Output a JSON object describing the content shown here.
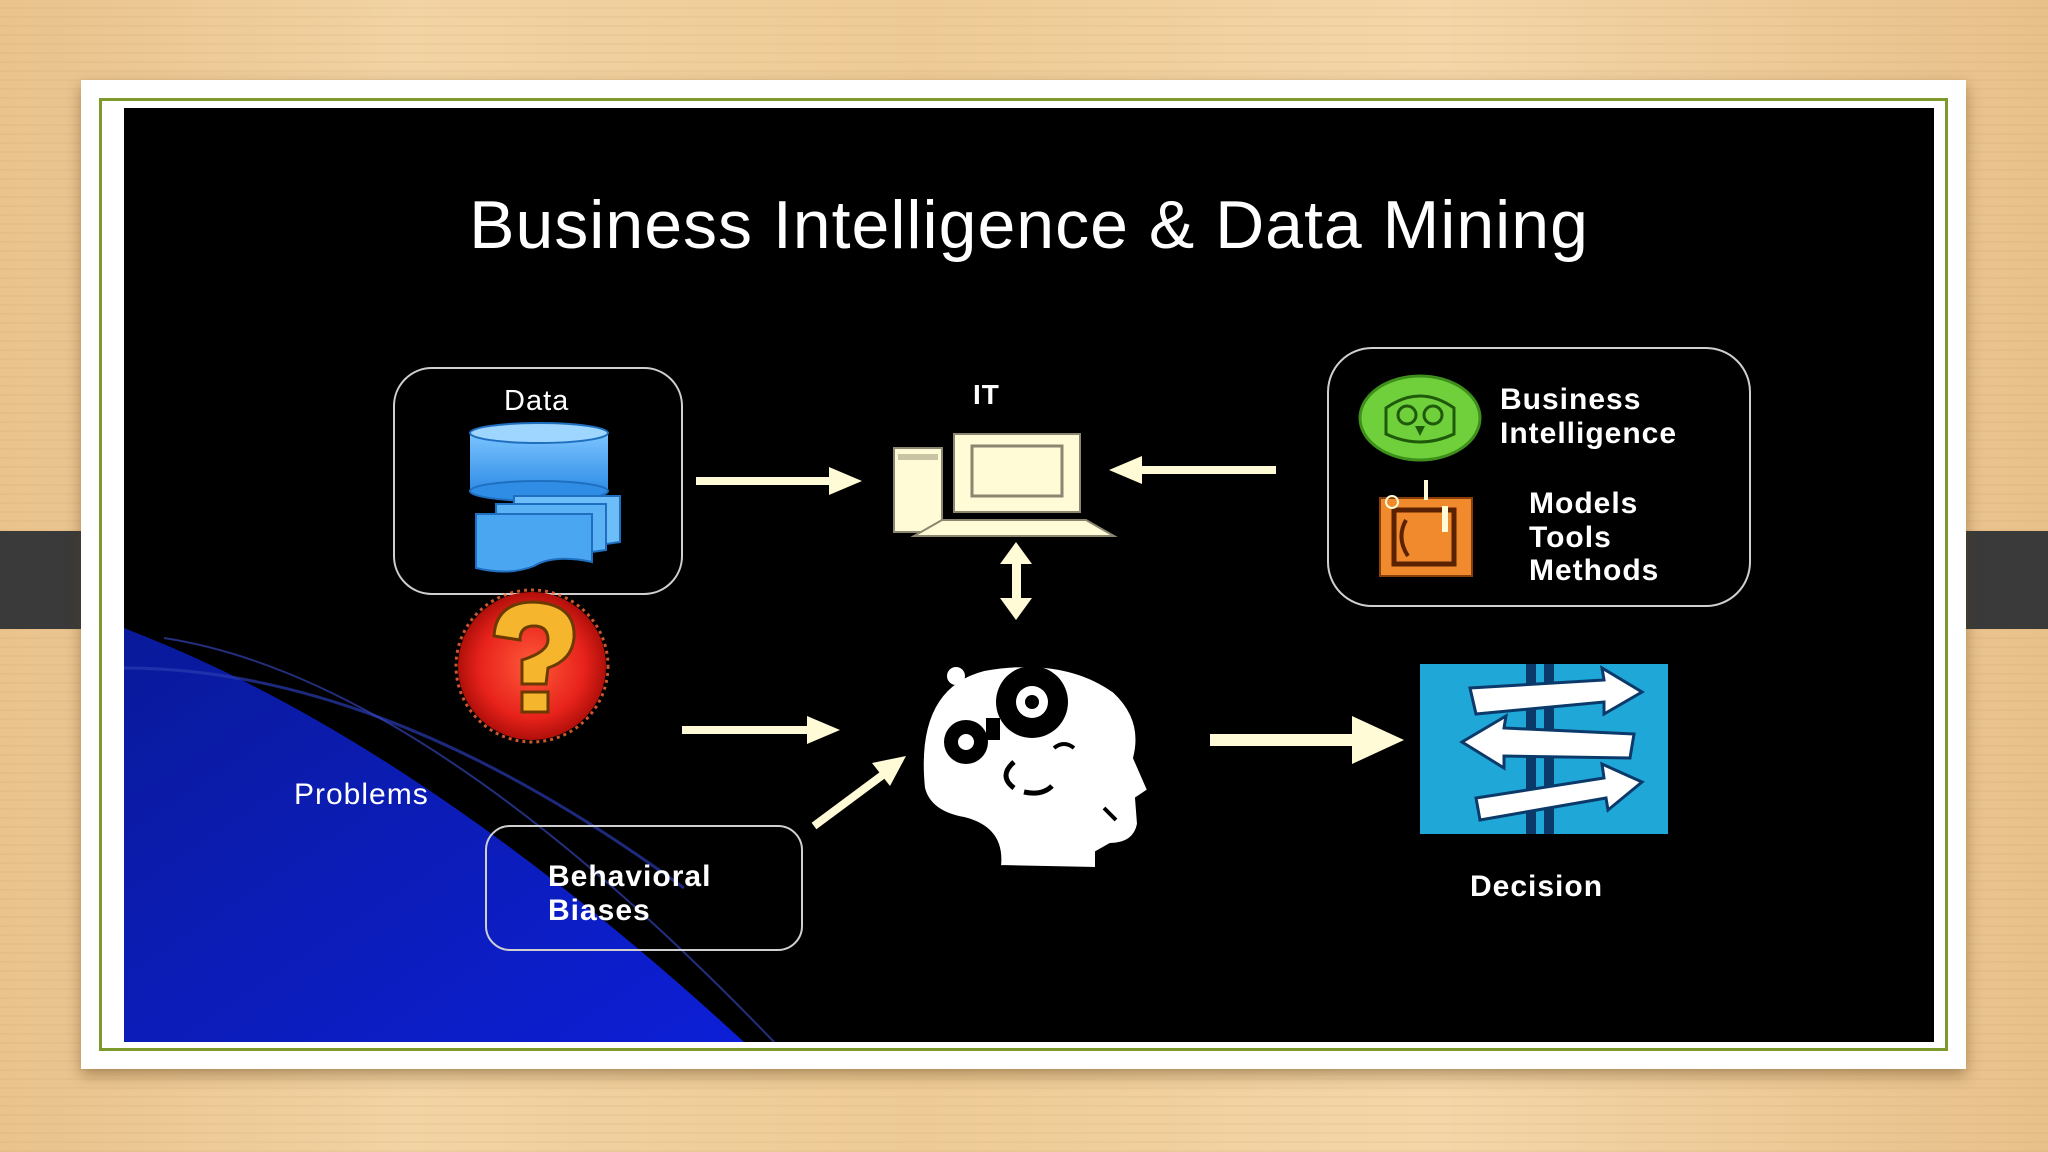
{
  "slide": {
    "title": "Business Intelligence & Data Mining",
    "labels": {
      "data": "Data",
      "it": "IT",
      "bi_line1": "Business",
      "bi_line2": "Intelligence",
      "models": "Models",
      "tools": "Tools",
      "methods": "Methods",
      "problems": "Problems",
      "biases_line1": "Behavioral",
      "biases_line2": "Biases",
      "decision": "Decision"
    }
  },
  "colors": {
    "background": "#000000",
    "arrow": "#fffbd6",
    "database": "#4aa6f0",
    "owl": "#6fd03c",
    "question": "#e8231c",
    "decision_panel": "#1fa7d8",
    "frame_border": "#7f9a2c"
  },
  "icons": [
    "database-icon",
    "computer-icon",
    "owl-icon",
    "tools-icon",
    "question-icon",
    "head-gears-icon",
    "decision-arrows-icon"
  ]
}
